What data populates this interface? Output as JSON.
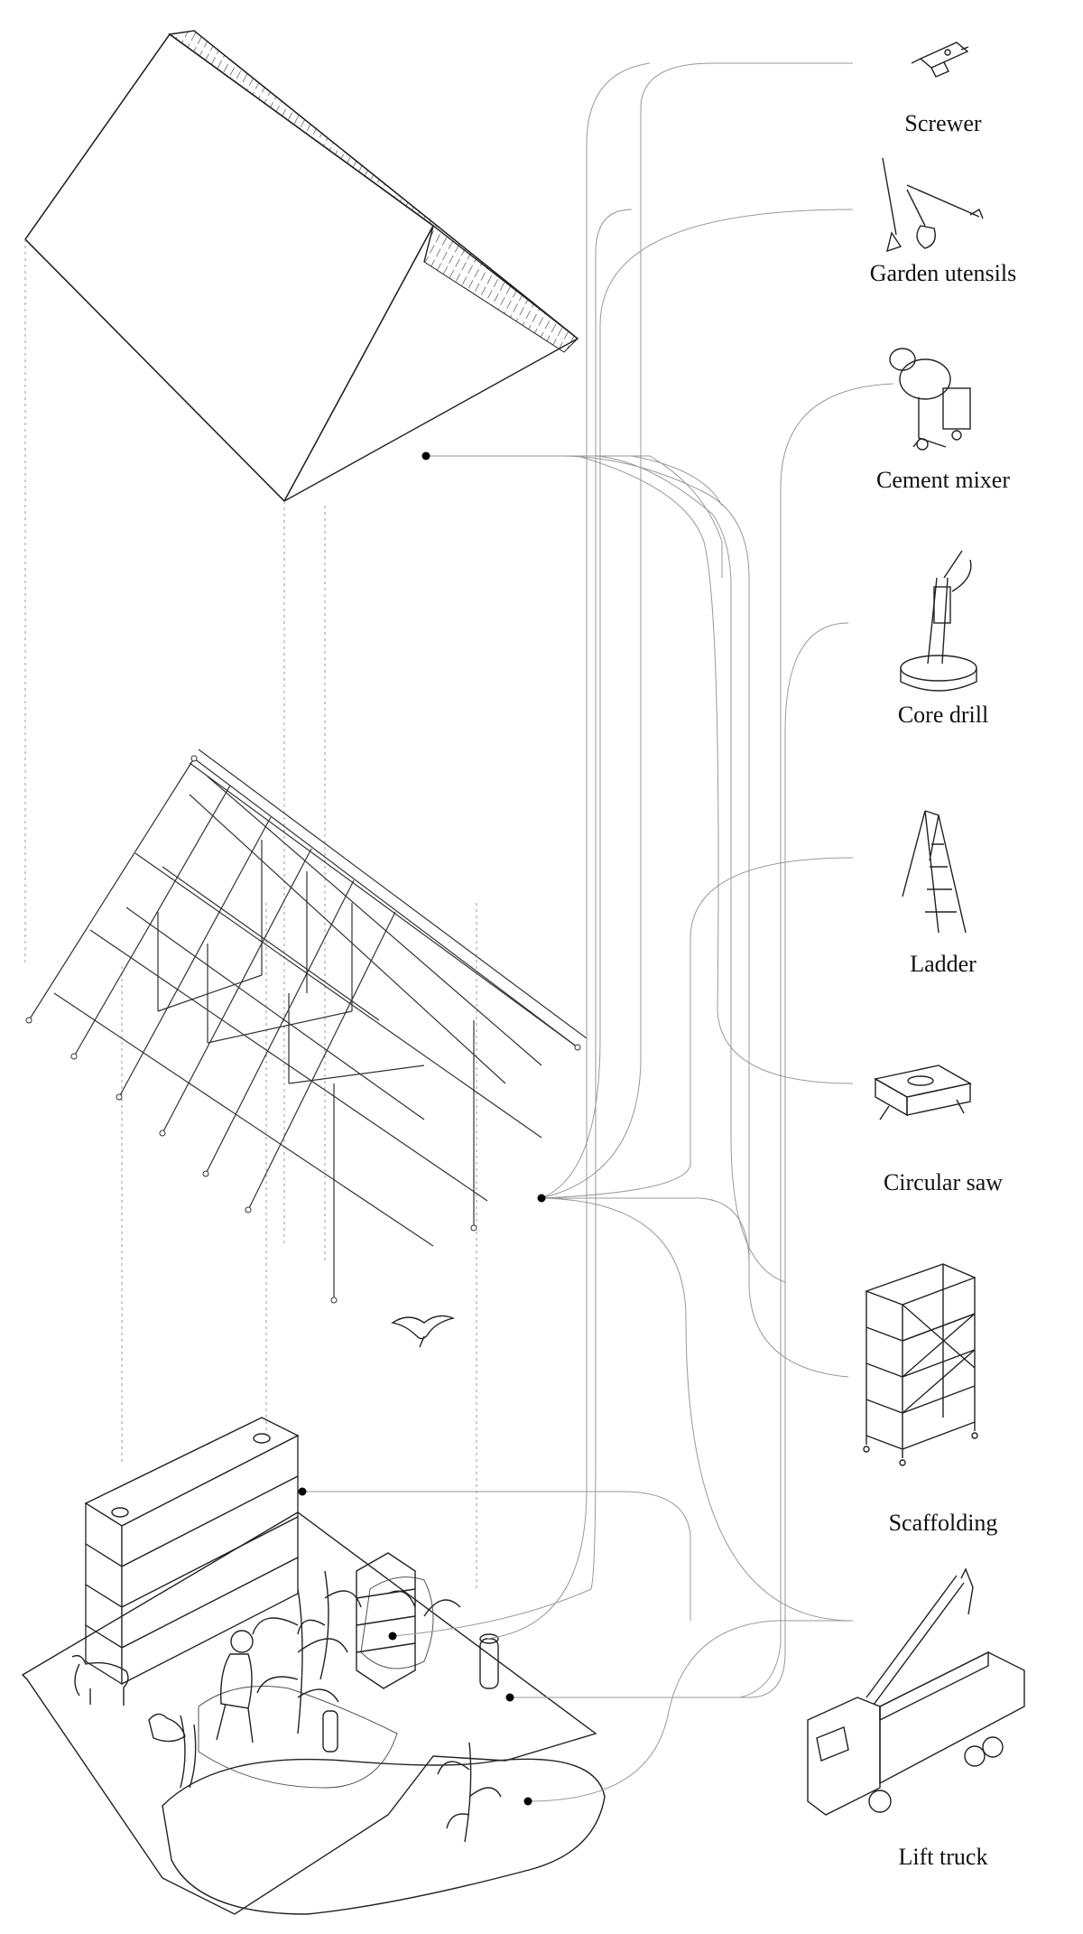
{
  "tools": [
    {
      "name": "screwer",
      "label": "Screwer"
    },
    {
      "name": "garden-utensils",
      "label": "Garden utensils"
    },
    {
      "name": "cement-mixer",
      "label": "Cement mixer"
    },
    {
      "name": "core-drill",
      "label": "Core drill"
    },
    {
      "name": "ladder",
      "label": "Ladder"
    },
    {
      "name": "circular-saw",
      "label": "Circular saw"
    },
    {
      "name": "scaffolding",
      "label": "Scaffolding"
    },
    {
      "name": "lift-truck",
      "label": "Lift truck"
    }
  ]
}
